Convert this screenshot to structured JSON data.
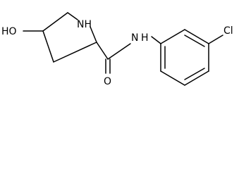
{
  "molecule": {
    "atoms": {
      "hydroxyl": "HO",
      "ring_nitrogen": "NH",
      "amide_nitrogen": "N",
      "amide_hydrogen": "H",
      "carbonyl_oxygen": "O",
      "chlorine": "Cl"
    },
    "colors": {
      "bond": "#000000",
      "label": "#000000",
      "background": "#ffffff"
    }
  }
}
